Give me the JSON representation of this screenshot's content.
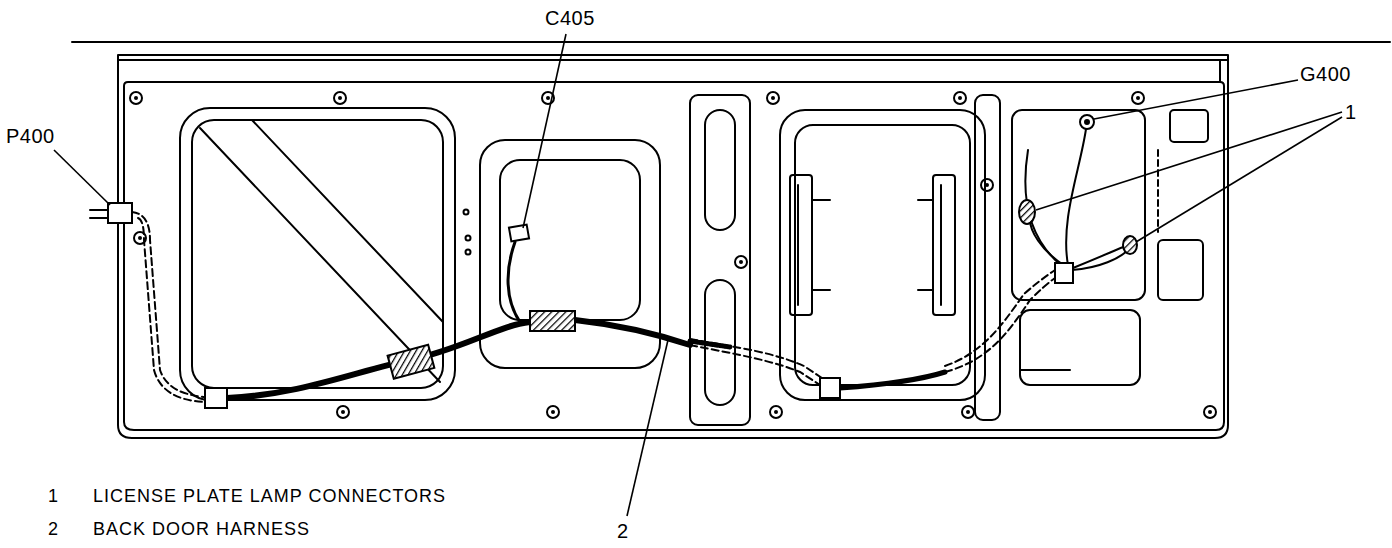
{
  "diagram": {
    "labels": [
      "C405",
      "G400",
      "P400",
      "1",
      "1",
      "LICENSE PLATE LAMP CONNECTORS",
      "2",
      "BACK DOOR HARNESS",
      "2"
    ]
  }
}
